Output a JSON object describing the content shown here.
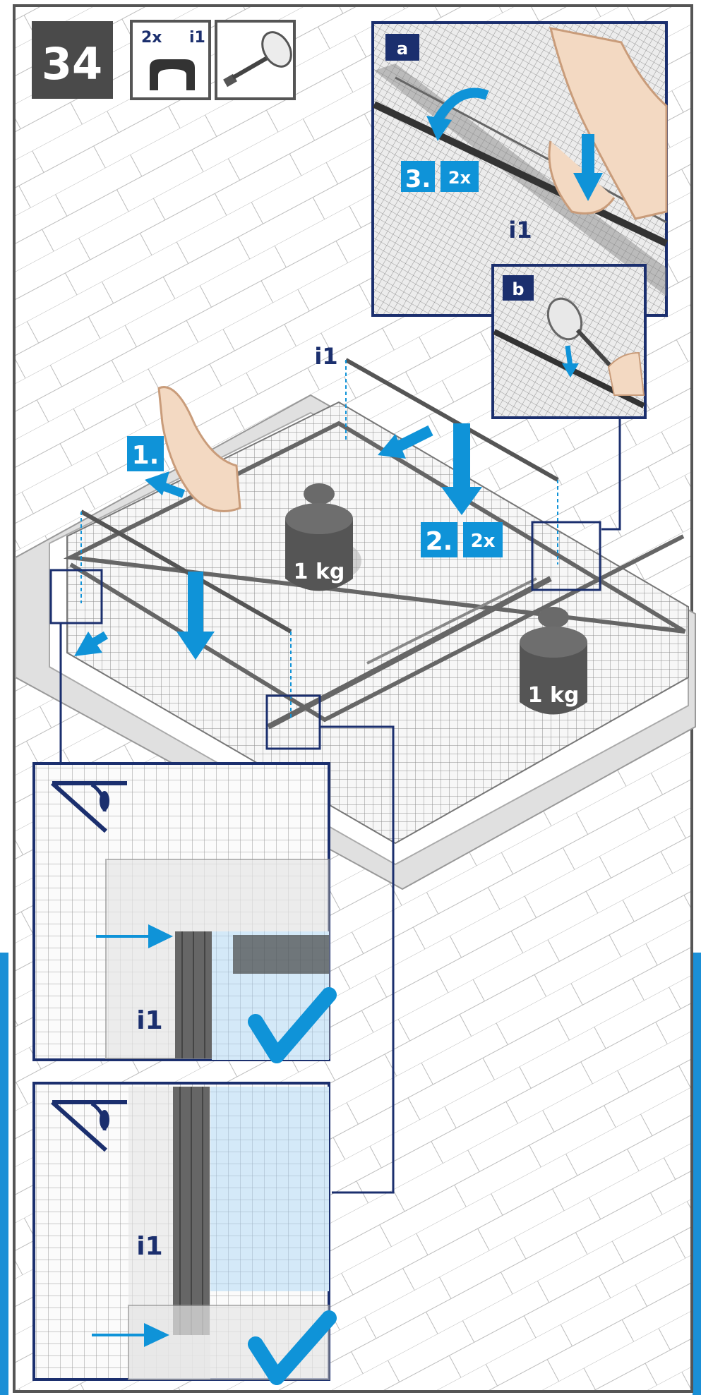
{
  "step": {
    "number": "34"
  },
  "parts_box": {
    "quantity": "2x",
    "part_id": "i1"
  },
  "tool_box": {
    "tool_icon": "mallet-icon"
  },
  "callout_a": {
    "letter": "a",
    "step_num": "3.",
    "step_count": "2x",
    "part_label": "i1"
  },
  "callout_b": {
    "letter": "b"
  },
  "main": {
    "part_label": "i1",
    "step1": "1.",
    "step2": "2.",
    "step2_count": "2x",
    "weight1": "1 kg",
    "weight2": "1 kg"
  },
  "detail_1": {
    "part_label": "i1",
    "icon": "eye-view-icon",
    "status": "checkmark-icon"
  },
  "detail_2": {
    "part_label": "i1",
    "icon": "eye-view-icon",
    "status": "checkmark-icon"
  },
  "colors": {
    "navy": "#1b2f6e",
    "accent": "#0f93d8",
    "step_badge": "#4a4a4a",
    "page_edge": "#1a8fd6"
  }
}
